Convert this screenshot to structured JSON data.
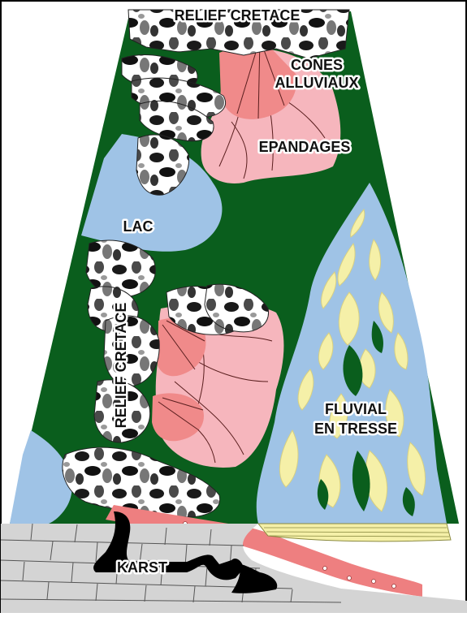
{
  "labels": {
    "relief_top": "RELIEF CRETACE",
    "cones_line1": "CONES",
    "cones_line2": "ALLUVIAUX",
    "epandages": "EPANDAGES",
    "lac": "LAC",
    "relief_vertical": "RELIEF CRETACE",
    "fluvial_line1": "FLUVIAL",
    "fluvial_line2": "EN TRESSE",
    "karst": "KARST"
  },
  "colors": {
    "plain": "#0a5e1d",
    "water": "#9fc3e6",
    "cone": "#f08a8a",
    "spread": "#f6b6bd",
    "bar": "#f5f0a8",
    "rock": "#ffffff",
    "rock_shadow": "#1a1a1a",
    "limestone": "#d4d4d4",
    "karst": "#000000",
    "red_layer": "#ee7f80"
  }
}
